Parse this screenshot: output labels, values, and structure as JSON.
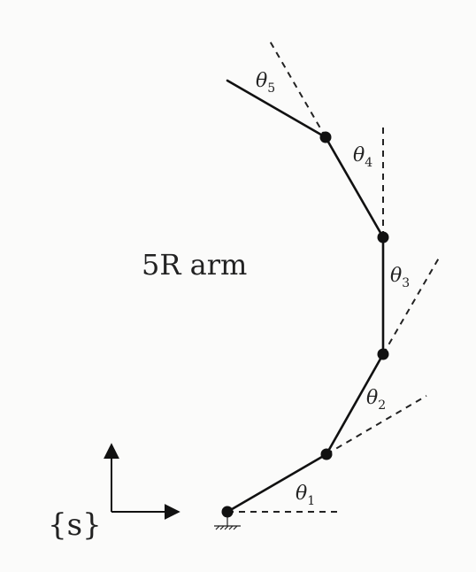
{
  "diagram": {
    "title": "5R arm",
    "frame_label": "{s}",
    "joint_labels": [
      {
        "symbol": "θ",
        "index": "1"
      },
      {
        "symbol": "θ",
        "index": "2"
      },
      {
        "symbol": "θ",
        "index": "3"
      },
      {
        "symbol": "θ",
        "index": "4"
      },
      {
        "symbol": "θ",
        "index": "5"
      }
    ]
  }
}
